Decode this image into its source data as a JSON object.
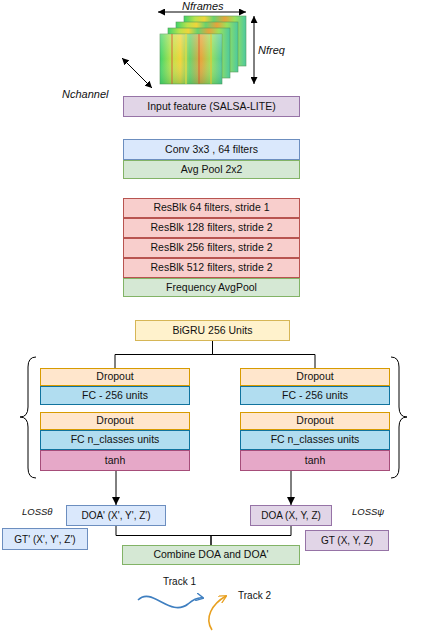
{
  "diagram": {
    "nodes": [
      {
        "text": [
          "Input feature (SALSA-LITE)"
        ]
      },
      {
        "text": [
          "Conv 3x3 , 64 filters"
        ]
      },
      {
        "text": [
          "Avg Pool 2x2"
        ]
      },
      {
        "text": [
          "ResBlk 64 filters, stride 1"
        ]
      },
      {
        "text": [
          "ResBlk 128 filters, stride 2"
        ]
      },
      {
        "text": [
          "ResBlk 256 filters, stride 2"
        ]
      },
      {
        "text": [
          "ResBlk 512 filters, stride 2"
        ]
      },
      {
        "text": [
          "Frequency AvgPool"
        ]
      },
      {
        "text": [
          "BiGRU 256 Units"
        ]
      },
      {
        "text": [
          "Dropout"
        ]
      },
      {
        "text": [
          "FC - 256 units"
        ]
      },
      {
        "text": [
          "Dropout"
        ]
      },
      {
        "text": [
          "FC n_classes units"
        ]
      },
      {
        "text": [
          "tanh"
        ]
      },
      {
        "text": [
          "Dropout"
        ]
      },
      {
        "text": [
          "FC - 256 units"
        ]
      },
      {
        "text": [
          "Dropout"
        ]
      },
      {
        "text": [
          "FC n_classes units"
        ]
      },
      {
        "text": [
          "tanh"
        ]
      },
      {
        "text": [
          "DOA' (X', Y', Z')"
        ]
      },
      {
        "text": [
          "DOA (X, Y, Z)"
        ]
      },
      {
        "text": [
          "GT' (X', Y', Z')"
        ]
      },
      {
        "text": [
          "GT (X, Y, Z)"
        ]
      },
      {
        "text": [
          "Combine DOA and DOA'"
        ]
      }
    ],
    "edges": [
      {
        "from": 8,
        "to": 9,
        "arrow": "none"
      },
      {
        "from": 8,
        "to": 14,
        "arrow": "none"
      },
      {
        "from": 13,
        "to": 19,
        "arrow": "to"
      },
      {
        "from": 18,
        "to": 20,
        "arrow": "to"
      },
      {
        "from": 19,
        "to": 23,
        "arrow": "none"
      },
      {
        "from": 20,
        "to": 23,
        "arrow": "none"
      }
    ],
    "labels": [
      "Nframes",
      "Nfreq",
      "Nchannel",
      "LOSSθ",
      "LOSSψ",
      "Track 1",
      "Track 2"
    ]
  }
}
